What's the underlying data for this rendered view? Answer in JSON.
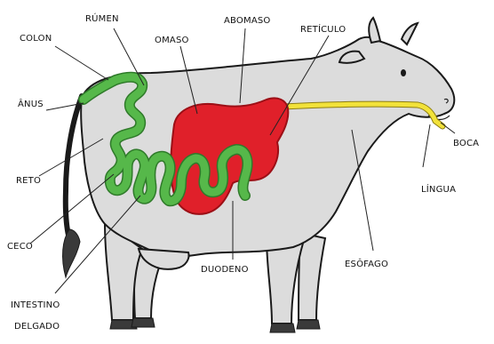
{
  "diagram": {
    "colors": {
      "body": "#dcdcdc",
      "outline": "#1a1a1a",
      "intestine": "#56b84a",
      "intestine_dark": "#2f7a2a",
      "stomach": "#e0202a",
      "stomach_dark": "#9c0f16",
      "esophagus": "#f2e23a",
      "hoof": "#3a3a3a"
    },
    "labels": {
      "rumen": "RÚMEN",
      "omaso": "OMASO",
      "abomaso": "ABOMASO",
      "reticulo": "RETÍCULO",
      "colon": "COLON",
      "anus": "ÂNUS",
      "reto": "RETO",
      "ceco": "CECO",
      "intestino_1": "INTESTINO",
      "intestino_2": "DELGADO",
      "duodeno": "DUODENO",
      "esofago": "ESÔFAGO",
      "lingua": "LÍNGUA",
      "boca": "BOCA"
    }
  }
}
